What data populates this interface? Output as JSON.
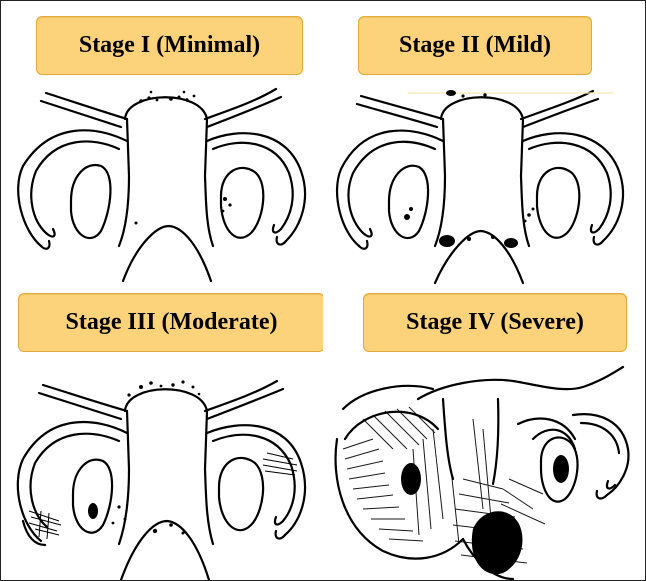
{
  "stages": [
    {
      "id": "stage-1",
      "label": "Stage I (Minimal)"
    },
    {
      "id": "stage-2",
      "label": "Stage II (Mild)"
    },
    {
      "id": "stage-3",
      "label": "Stage III (Moderate)"
    },
    {
      "id": "stage-4",
      "label": "Stage IV (Severe)"
    }
  ],
  "colors": {
    "label_fill": "#fcd27a",
    "label_border": "#e2a93b",
    "ink": "#000000"
  }
}
